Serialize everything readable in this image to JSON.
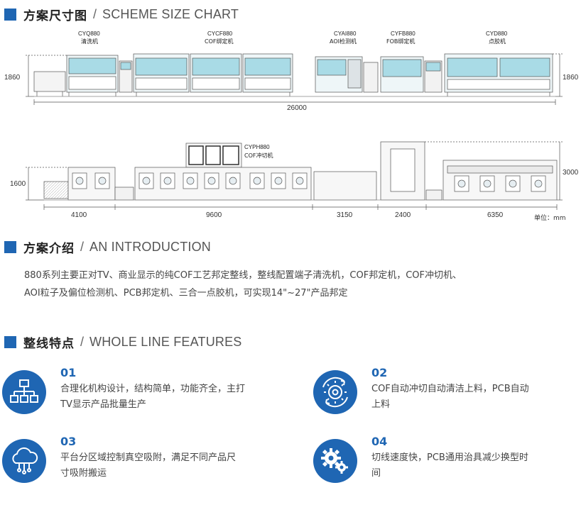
{
  "header1": {
    "cn": "方案尺寸图",
    "sep": "/",
    "en": "SCHEME SIZE CHART"
  },
  "diagram": {
    "top_machines": [
      {
        "model": "CYQ880",
        "name": "清洗机"
      },
      {
        "model": "CYCF880",
        "name": "COF绑定机"
      },
      {
        "model": "CYAI880",
        "name": "AOI检测机"
      },
      {
        "model": "CYFB880",
        "name": "FOB绑定机"
      },
      {
        "model": "CYD880",
        "name": "点胶机"
      }
    ],
    "top_height_left": "1860",
    "top_height_right": "1860",
    "top_total": "26000",
    "bottom_label": {
      "model": "CYPH880",
      "name": "COF冲切机"
    },
    "bottom_height_left": "1600",
    "bottom_height_right": "3000",
    "bottom_segments": [
      "4100",
      "9600",
      "3150",
      "2400",
      "6350"
    ],
    "unit": "单位：mm"
  },
  "header2": {
    "cn": "方案介绍",
    "sep": "/",
    "en": "AN INTRODUCTION"
  },
  "intro": {
    "line1": "880系列主要正对TV、商业显示的纯COF工艺邦定整线，整线配置端子清洗机，COF邦定机，COF冲切机、",
    "line2": "AOI粒子及偏位检测机、PCB邦定机、三合一点胶机，可实现14\"~27\"产品邦定"
  },
  "header3": {
    "cn": "整线特点",
    "sep": "/",
    "en": "WHOLE LINE FEATURES"
  },
  "features": [
    {
      "num": "01",
      "icon": "sitemap-icon",
      "line1": "合理化机构设计，结构简单，功能齐全，主打",
      "line2": "TV显示产品批量生产"
    },
    {
      "num": "02",
      "icon": "gear-cycle-icon",
      "line1": "COF自动冲切自动清洁上料，PCB自动",
      "line2": "上料"
    },
    {
      "num": "03",
      "icon": "cloud-network-icon",
      "line1": "平台分区域控制真空吸附，满足不同产品尺",
      "line2": "寸吸附搬运"
    },
    {
      "num": "04",
      "icon": "gears-icon",
      "line1": "切线速度快，PCB通用治具减少换型时",
      "line2": "间"
    }
  ],
  "colors": {
    "accent": "#1f66b3",
    "machine_glass": "#a9dbe6",
    "line": "#555555"
  }
}
